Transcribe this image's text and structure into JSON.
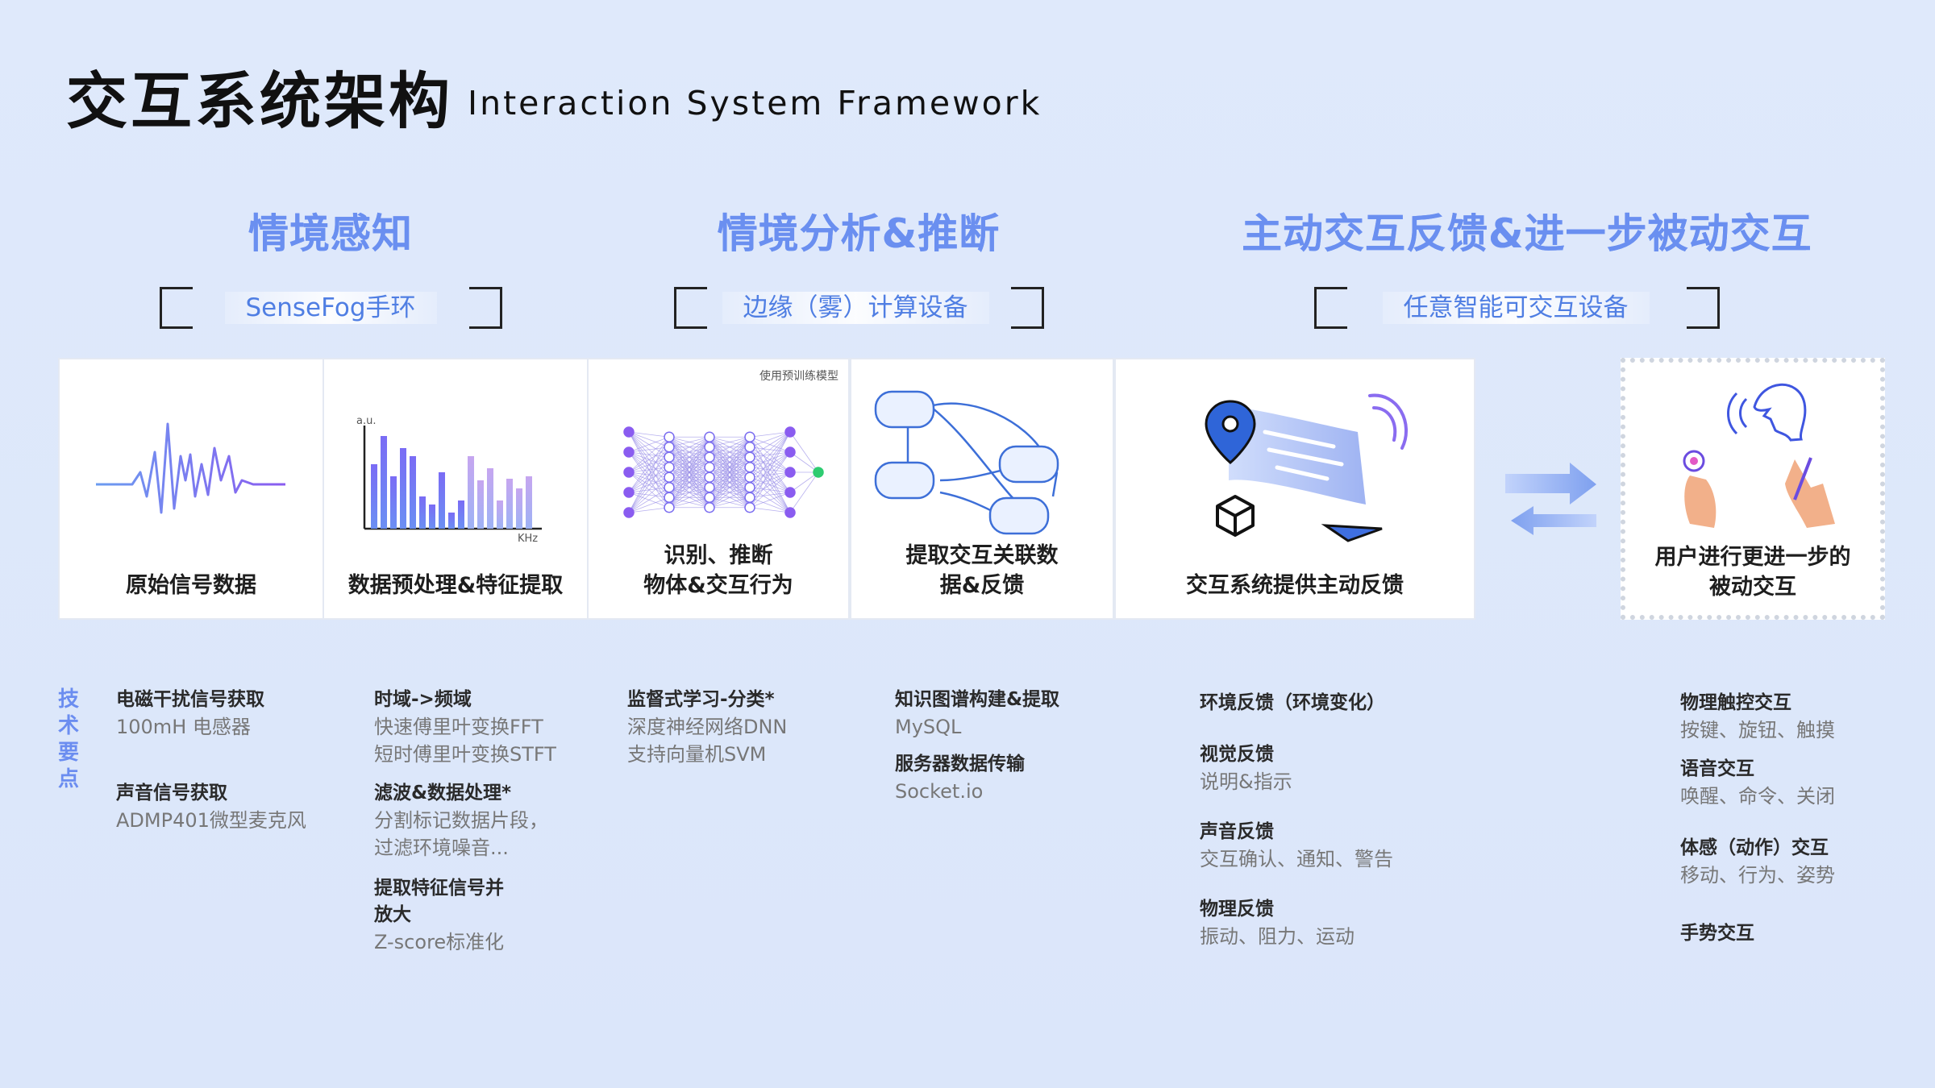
{
  "title": {
    "cn": "交互系统架构",
    "en": "Interaction System Framework"
  },
  "stages": [
    {
      "title": "情境感知",
      "device": "SenseFog手环"
    },
    {
      "title": "情境分析&推断",
      "device": "边缘（雾）计算设备"
    },
    {
      "title": "主动交互反馈&进一步被动交互",
      "device": "任意智能可交互设备"
    }
  ],
  "cards": [
    {
      "label": "原始信号数据"
    },
    {
      "label": "数据预处理&特征提取",
      "axis_y": "a.u.",
      "axis_x": "KHz"
    },
    {
      "label": "识别、推断\n物体&交互行为",
      "note": "使用预训练模型"
    },
    {
      "label": "提取交互关联数\n据&反馈"
    },
    {
      "label": "交互系统提供主动反馈"
    },
    {
      "label": "用户进行更进一步的\n被动交互"
    }
  ],
  "tech_label": "技术要点",
  "tech": {
    "col1": [
      {
        "h": "电磁干扰信号获取",
        "t": "100mH 电感器"
      },
      {
        "h": "声音信号获取",
        "t": "ADMP401微型麦克风"
      }
    ],
    "col2": [
      {
        "h": "时域->频域",
        "t": "快速傅里叶变换FFT\n短时傅里叶变换STFT"
      },
      {
        "h": "滤波&数据处理*",
        "t": "分割标记数据片段，\n过滤环境噪音..."
      },
      {
        "h": "提取特征信号并\n放大",
        "t": "Z-score标准化"
      }
    ],
    "col3": [
      {
        "h": "监督式学习-分类*",
        "t": "深度神经网络DNN\n支持向量机SVM"
      }
    ],
    "col4": [
      {
        "h": "知识图谱构建&提取",
        "t": "MySQL"
      },
      {
        "h": "服务器数据传输",
        "t": "Socket.io"
      }
    ],
    "col5": [
      {
        "h": "环境反馈（环境变化）",
        "t": ""
      },
      {
        "h": "视觉反馈",
        "t": "说明&指示"
      },
      {
        "h": "声音反馈",
        "t": "交互确认、通知、警告"
      },
      {
        "h": "物理反馈",
        "t": "振动、阻力、运动"
      }
    ],
    "col6": [
      {
        "h": "物理触控交互",
        "t": "按键、旋钮、触摸"
      },
      {
        "h": "语音交互",
        "t": "唤醒、命令、关闭"
      },
      {
        "h": "体感（动作）交互",
        "t": "移动、行为、姿势"
      },
      {
        "h": "手势交互",
        "t": ""
      }
    ]
  },
  "colors": {
    "accent": "#6a8ff0",
    "purple": "#8a6cf0",
    "green": "#2ecc71"
  }
}
